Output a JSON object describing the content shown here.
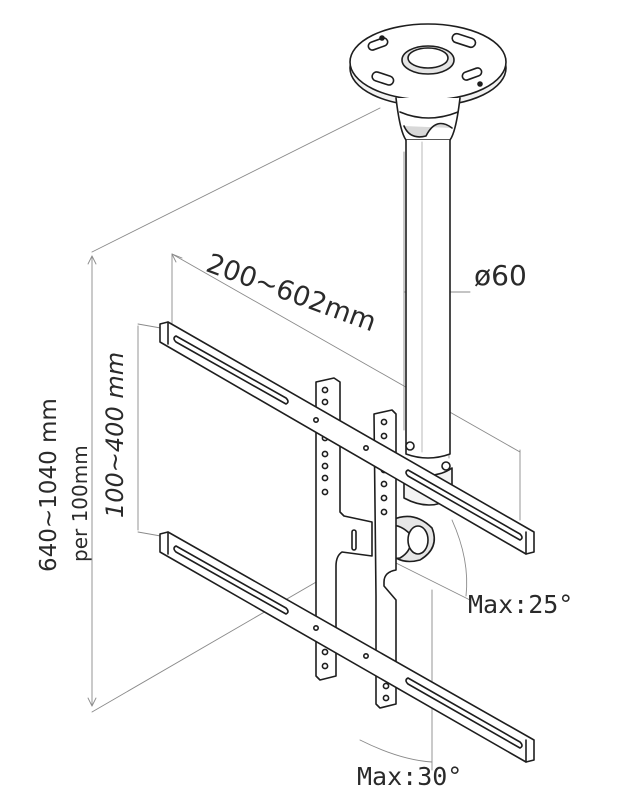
{
  "dimensions": {
    "plate_width": "200~602mm",
    "pole_diameter": "ø60",
    "vesa_height": "100~400 mm",
    "total_height": "640~1040 mm",
    "height_step": "per 100mm"
  },
  "angles": {
    "tilt": "Max:25°",
    "swivel": "Max:30°"
  },
  "colors": {
    "line": "#1e1e1e",
    "dimension_line": "#8a8a8a",
    "label": "#2a2a2a"
  }
}
